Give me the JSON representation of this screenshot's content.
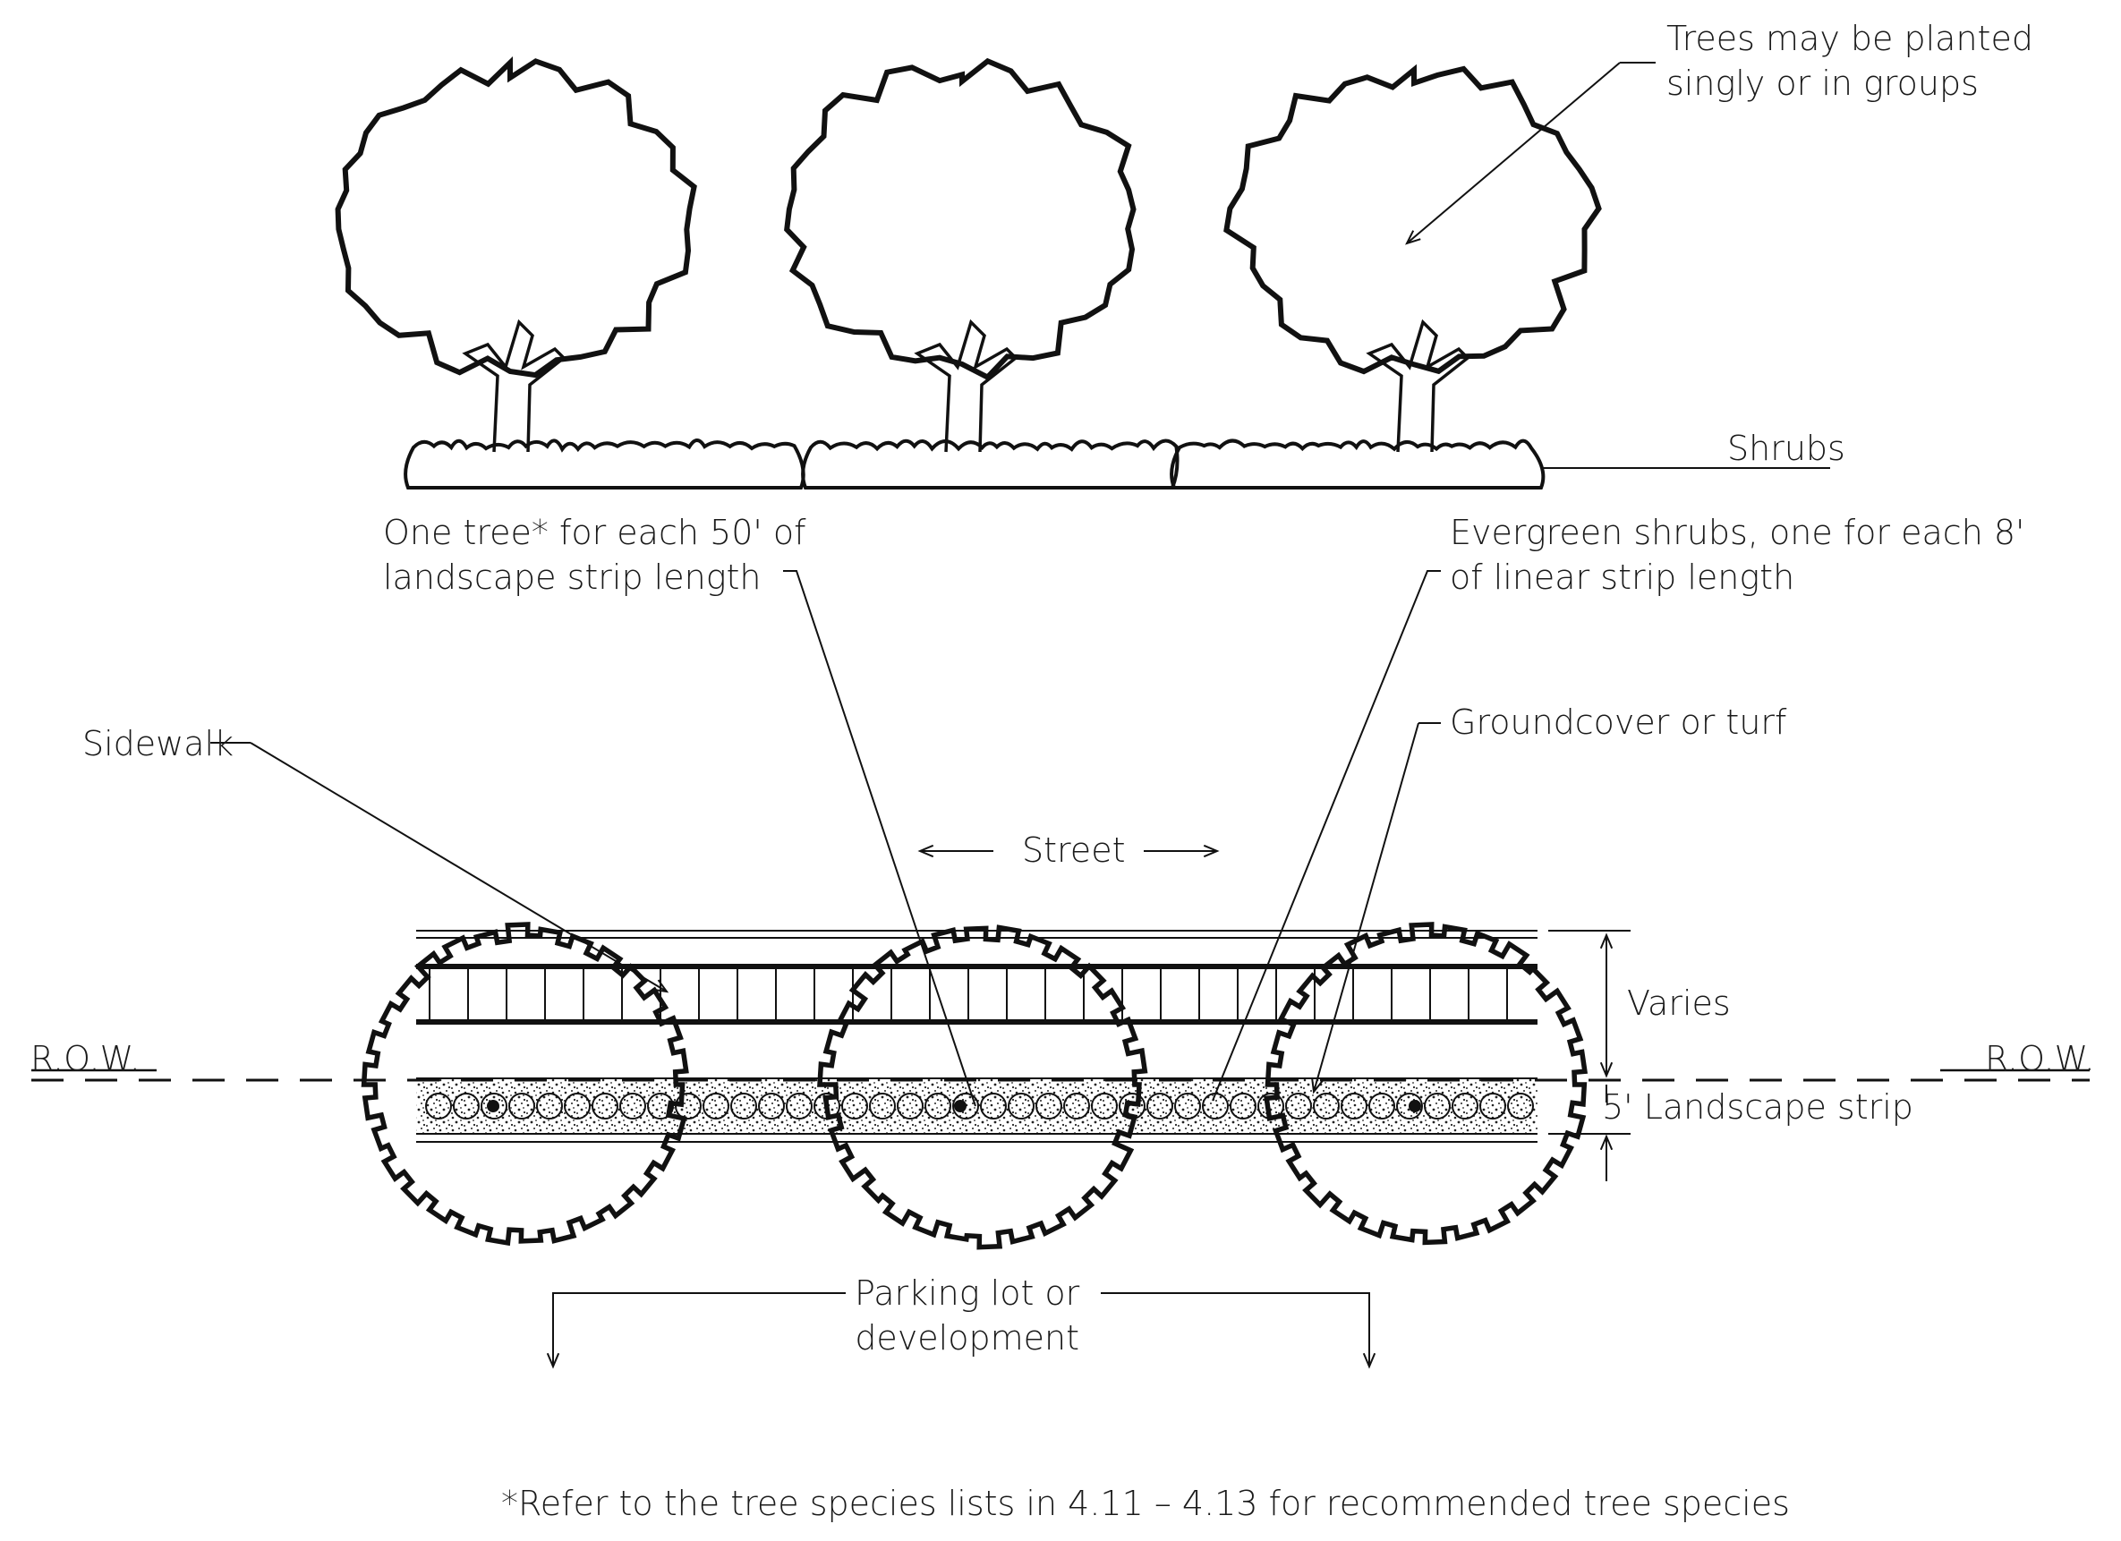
{
  "labels": {
    "trees_note": "Trees may be planted\nsingly or in groups",
    "shrubs": "Shrubs",
    "one_tree": "One tree* for each 50' of\nlandscape strip length",
    "evergreen": "Evergreen shrubs, one for each 8'\nof linear strip length",
    "sidewalk": "Sidewalk",
    "groundcover": "Groundcover or turf",
    "street": "Street",
    "varies": "Varies",
    "row_left": "R.O.W.",
    "row_right": "R.O.W.",
    "landscape_strip": "5' Landscape strip",
    "parking": "Parking lot or\ndevelopment",
    "footnote": "*Refer to the tree species lists in 4.11 – 4.13 for recommended tree species"
  }
}
